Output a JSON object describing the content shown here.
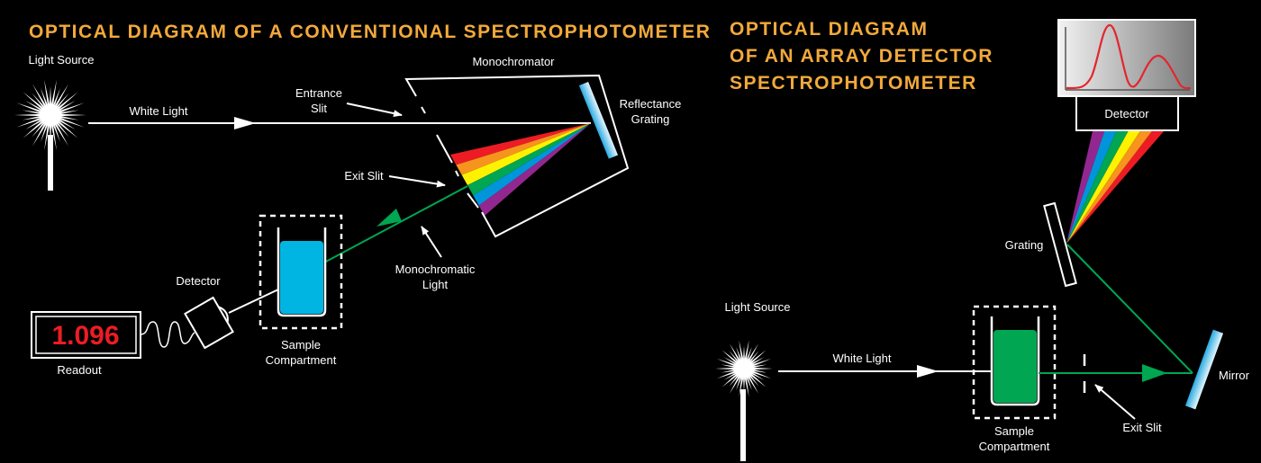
{
  "left": {
    "title": "OPTICAL DIAGRAM OF A CONVENTIONAL SPECTROPHOTOMETER",
    "light_source": "Light Source",
    "white_light": "White Light",
    "monochromator": "Monochromator",
    "entrance_slit": [
      "Entrance",
      "Slit"
    ],
    "reflectance_grating": [
      "Reflectance",
      "Grating"
    ],
    "exit_slit": "Exit Slit",
    "monochromatic_light": [
      "Monochromatic",
      "Light"
    ],
    "detector": "Detector",
    "sample_compartment": [
      "Sample",
      "Compartment"
    ],
    "readout_value": "1.096",
    "readout": "Readout",
    "sample_color": "#00b5e2"
  },
  "right": {
    "title": [
      "OPTICAL DIAGRAM",
      "OF AN ARRAY DETECTOR",
      "SPECTROPHOTOMETER"
    ],
    "light_source": "Light Source",
    "white_light": "White Light",
    "sample_compartment": [
      "Sample",
      "Compartment"
    ],
    "exit_slit": "Exit Slit",
    "mirror": "Mirror",
    "grating": "Grating",
    "detector": "Detector",
    "sample_color": "#00a651"
  },
  "colors": {
    "title": "#f2a93b",
    "beam": "#00a651",
    "spectrum": [
      "#ed1c24",
      "#f7941d",
      "#fff200",
      "#00a651",
      "#0095da",
      "#92278f"
    ]
  }
}
